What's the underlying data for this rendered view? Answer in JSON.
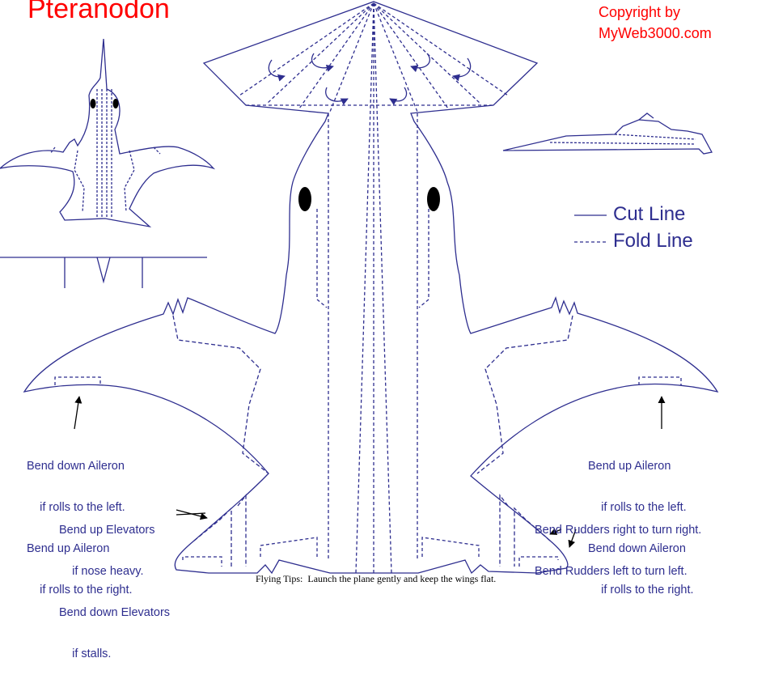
{
  "title": "Pteranodon",
  "copyright": {
    "line1": "Copyright by",
    "line2": "MyWeb3000.com"
  },
  "legend": {
    "cut": "Cut Line",
    "fold": "Fold Line"
  },
  "notes": {
    "left_aileron": [
      "Bend down Aileron",
      "    if rolls to the left.",
      "Bend up Aileron",
      "    if rolls to the right."
    ],
    "elevators": [
      "Bend up Elevators",
      "    if nose heavy.",
      "Bend down Elevators",
      "    if stalls."
    ],
    "right_aileron": [
      "Bend up Aileron",
      "    if rolls to the left.",
      "Bend down Aileron",
      "    if rolls to the right."
    ],
    "rudders": [
      "Bend Rudders right to turn right.",
      "Bend Rudders left to turn left."
    ]
  },
  "tips": "Flying Tips:  Launch the plane gently and keep the wings flat.",
  "colors": {
    "title": "#ff0000",
    "line": "#2e2e8f",
    "eye": "#000000"
  }
}
